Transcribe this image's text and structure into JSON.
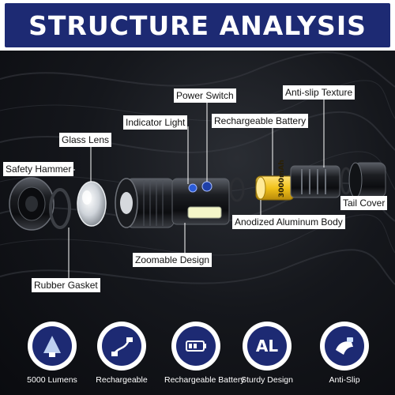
{
  "header": {
    "title": "STRUCTURE ANALYSIS"
  },
  "labels": {
    "safety_hammer": "Safety Hammer",
    "glass_lens": "Glass Lens",
    "indicator_light": "Indicator Light",
    "power_switch": "Power Switch",
    "rechargeable_battery": "Rechargeable Battery",
    "anti_slip_texture": "Anti-slip Texture",
    "tail_cover": "Tail Cover",
    "anodized_body": "Anodized Aluminum Body",
    "zoomable_design": "Zoomable Design",
    "rubber_gasket": "Rubber Gasket"
  },
  "battery_text": "3000mAh",
  "features": [
    {
      "label": "5000 Lumens",
      "icon": "flashlight-beam-icon"
    },
    {
      "label": "Rechargeable",
      "icon": "usb-cable-icon"
    },
    {
      "label": "Rechargeable Battery",
      "icon": "battery-icon"
    },
    {
      "label": "Sturdy Design",
      "icon": "aluminum-al-icon",
      "text": "AL"
    },
    {
      "label": "Anti-Slip",
      "icon": "hand-grip-icon"
    }
  ],
  "colors": {
    "header_band": "#1d2a73",
    "icon_circle": "#1d2a73",
    "battery": "#f2c21a"
  }
}
